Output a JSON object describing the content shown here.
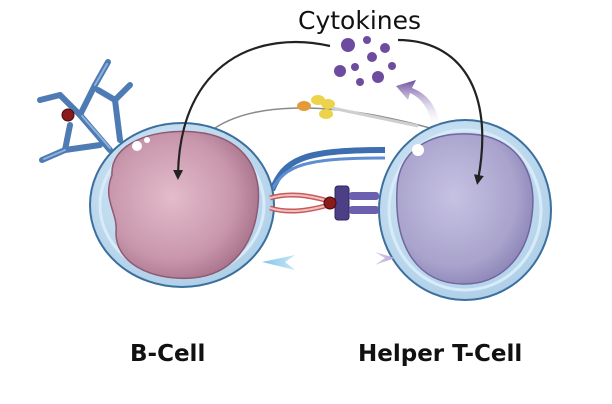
{
  "diagram": {
    "title": "Cytokines",
    "cells": [
      {
        "label": "B-Cell"
      },
      {
        "label": "Helper T-Cell"
      }
    ]
  },
  "colors": {
    "cell_membrane": "#bcd9ee",
    "membrane_outline": "#3b6f9e",
    "b_cell_nucleus": "#c896ab",
    "t_cell_nucleus": "#a9a3cd",
    "cytokine": "#6d4c9f",
    "antibody": "#4e7bb3",
    "antigen": "#8b1a1a",
    "arrow": "#222222"
  }
}
